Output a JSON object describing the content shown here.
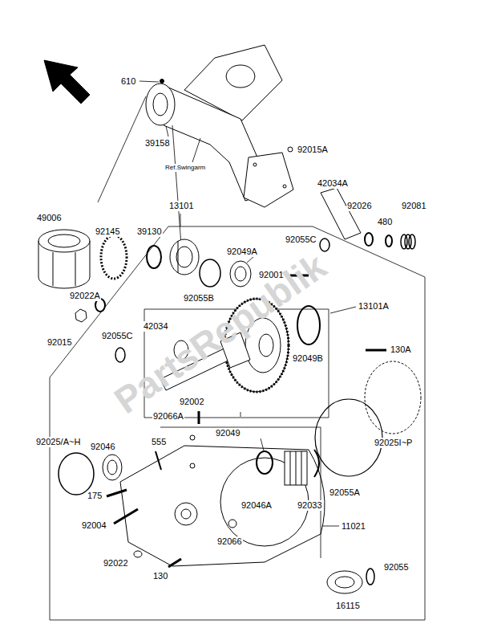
{
  "diagram": {
    "labels": [
      "610",
      "39158",
      "92015A",
      "Ref.Swingarm",
      "49006",
      "92145",
      "39130",
      "42034A",
      "92026",
      "480",
      "92081",
      "92055C",
      "13101",
      "92049A",
      "92055B",
      "92001",
      "13101A",
      "92022A",
      "42034",
      "92015",
      "92055C",
      "130A",
      "92049B",
      "92025/A~H",
      "92046",
      "555",
      "92066A",
      "92002",
      "92049",
      "92046A",
      "92033",
      "92055A",
      "92025I~P",
      "11021",
      "175",
      "92066",
      "92004",
      "92022",
      "130",
      "92055",
      "16115",
      "PartsRepublik"
    ]
  }
}
